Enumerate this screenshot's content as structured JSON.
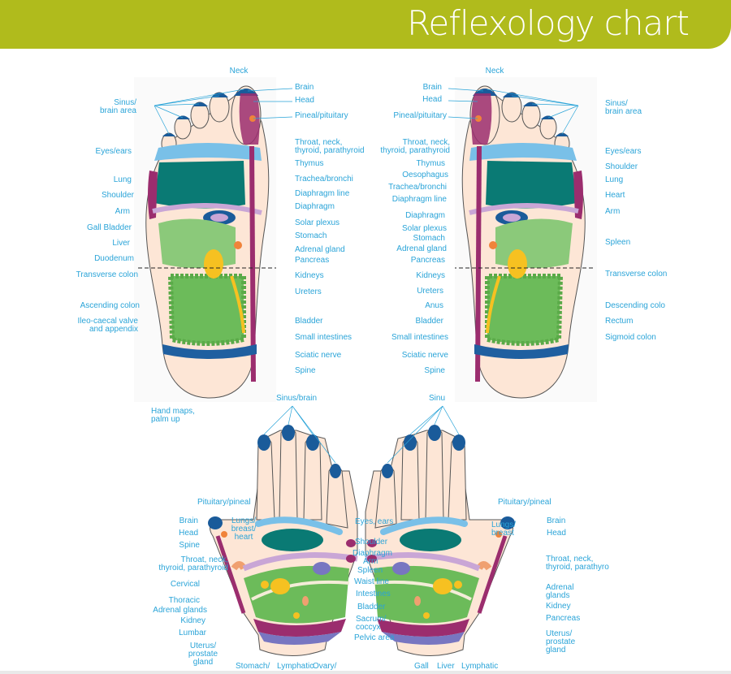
{
  "header": {
    "title": "Reflexology chart"
  },
  "colors": {
    "header": "#b0bb1c",
    "label": "#2aa4d8",
    "teal": "#0a7a74",
    "green": "#6cbb5a",
    "purple": "#9b2d6e",
    "nail_blue": "#1a5b9a",
    "yellow": "#f6c121"
  },
  "left_foot": {
    "top": [
      "Neck"
    ],
    "left": [
      "Sinus/\nbrain area",
      "Eyes/ears",
      "Lung",
      "Shoulder",
      "Arm",
      "Gall Bladder",
      "Liver",
      "Duodenum",
      "Transverse colon",
      "Ascending colon",
      "Ileo-caecal valve\nand appendix"
    ],
    "right": [
      "Brain",
      "Head",
      "Pineal/pituitary",
      "Throat, neck,\nthyroid, parathyroid",
      "Thymus",
      "Trachea/bronchi",
      "Diaphragm line",
      "Diaphragm",
      "Solar plexus",
      "Stomach",
      "Adrenal gland",
      "Pancreas",
      "Kidneys",
      "Ureters",
      "Bladder",
      "Small intestines",
      "Sciatic nerve",
      "Spine"
    ]
  },
  "right_foot": {
    "top": [
      "Neck"
    ],
    "left": [
      "Brain",
      "Head",
      "Pineal/pituitary",
      "Throat, neck,\nthyroid, parathyroid",
      "Thymus",
      "Oesophagus",
      "Trachea/bronchi",
      "Diaphragm line",
      "Diaphragm",
      "Solar plexus",
      "Stomach",
      "Adrenal gland",
      "Pancreas",
      "Kidneys",
      "Ureters",
      "Anus",
      "Bladder",
      "Small intestines",
      "Sciatic nerve",
      "Spine"
    ],
    "right": [
      "Sinus/\nbrain area",
      "Eyes/ears",
      "Shoulder",
      "Lung",
      "Heart",
      "Arm",
      "Spleen",
      "Transverse colon",
      "Descending colo",
      "Rectum",
      "Sigmoid colon"
    ]
  },
  "hands": {
    "caption": [
      "Hand maps,\npalm up"
    ],
    "sinus": [
      "Sinus/brain",
      "Sinu"
    ],
    "left_hand": [
      "Pituitary/pineal",
      "Brain",
      "Head",
      "Spine",
      "Lungs/\nbreast/\nheart",
      "Throat, neck,\nthyroid, parathyroid",
      "Cervical",
      "Thoracic",
      "Adrenal glands",
      "Kidney",
      "Lumbar",
      "Uterus/\nprostate\ngland",
      "Stomach/",
      "Lymphatic",
      "Ovary/"
    ],
    "middle": [
      "Eyes, ears",
      "Shoulder",
      "Diaphragm",
      "Arm",
      "Spleen",
      "Waist line",
      "Intestines",
      "Bladder",
      "Sacrum/\ncoccyx",
      "Pelvic area"
    ],
    "right_hand": [
      "Pituitary/pineal",
      "Brain",
      "Head",
      "Lungs/\nbreast",
      "Throat, neck,\nthyroid, parathyro",
      "Adrenal\nglands",
      "Kidney",
      "Pancreas",
      "Uterus/\nprostate\ngland",
      "Gall",
      "Liver",
      "Lymphatic"
    ]
  }
}
